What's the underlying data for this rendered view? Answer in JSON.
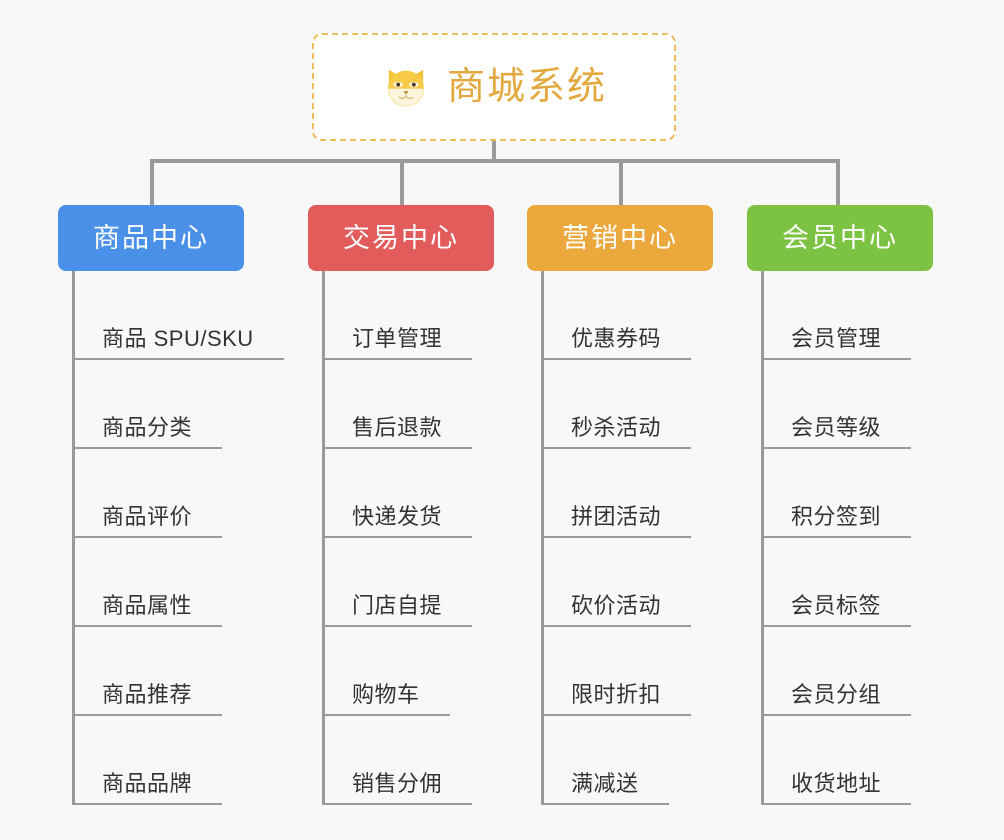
{
  "page": {
    "background_color": "#f8f8f8",
    "connector_color": "#9a9a9a"
  },
  "root": {
    "icon": "shiba-dog-face-icon",
    "title": "商城系统",
    "title_color": "#e3a93f",
    "border_color": "#f0bc5a",
    "border_style": "dashed"
  },
  "branches": [
    {
      "id": "product-center",
      "label": "商品中心",
      "color": "#4a90e8",
      "items": [
        "商品 SPU/SKU",
        "商品分类",
        "商品评价",
        "商品属性",
        "商品推荐",
        "商品品牌"
      ]
    },
    {
      "id": "trade-center",
      "label": "交易中心",
      "color": "#e25c5c",
      "items": [
        "订单管理",
        "售后退款",
        "快递发货",
        "门店自提",
        "购物车",
        "销售分佣"
      ]
    },
    {
      "id": "marketing-center",
      "label": "营销中心",
      "color": "#eaa83d",
      "items": [
        "优惠券码",
        "秒杀活动",
        "拼团活动",
        "砍价活动",
        "限时折扣",
        "满减送"
      ]
    },
    {
      "id": "member-center",
      "label": "会员中心",
      "color": "#7cc243",
      "items": [
        "会员管理",
        "会员等级",
        "积分签到",
        "会员标签",
        "会员分组",
        "收货地址"
      ]
    }
  ]
}
